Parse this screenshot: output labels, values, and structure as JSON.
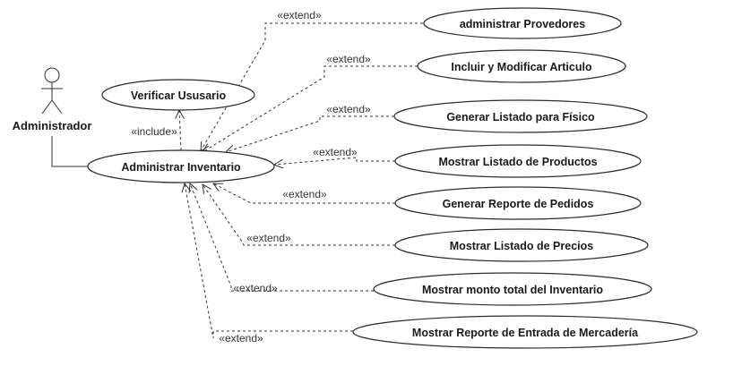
{
  "actor": {
    "name": "Administrador"
  },
  "use_cases": {
    "verificar": "Verificar Ususario",
    "administrar_inventario": "Administrar Inventario",
    "extensions": [
      "administrar Provedores",
      "Incluir y Modificar Articulo",
      "Generar Listado para Físico",
      "Mostrar Listado de Productos",
      "Generar Reporte de Pedidos",
      "Mostrar Listado de Precios",
      "Mostrar monto total del Inventario",
      "Mostrar Reporte de Entrada de Mercadería"
    ]
  },
  "relations": {
    "include_label": "«include»",
    "extend_label": "«extend»"
  },
  "colors": {
    "line": "#333333",
    "text": "#1a1a1a"
  }
}
